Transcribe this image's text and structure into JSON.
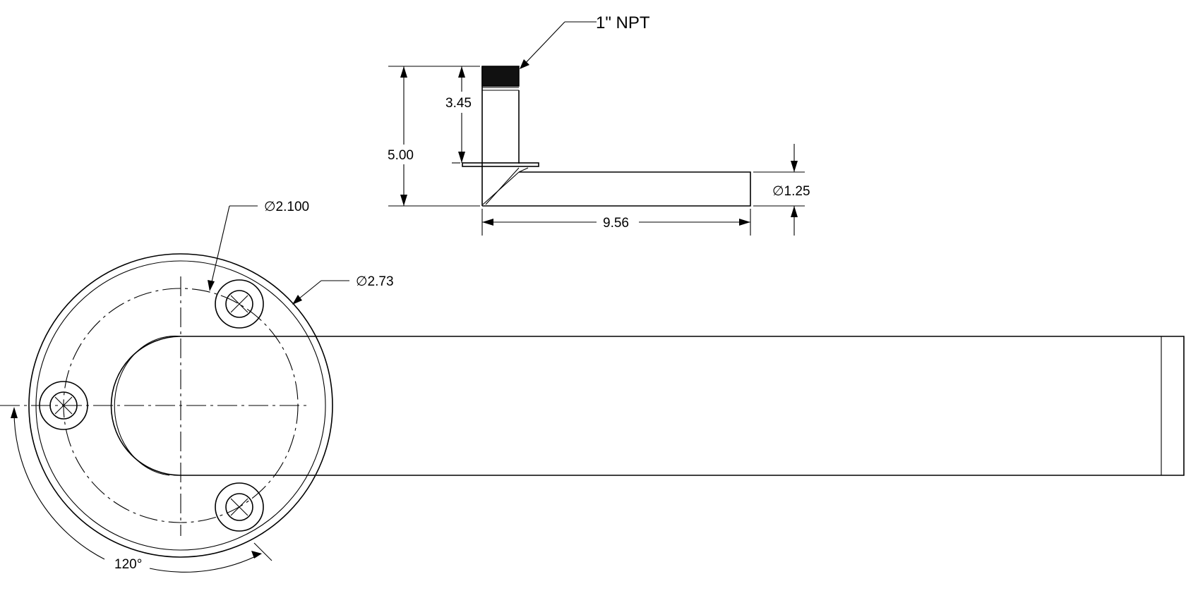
{
  "side_view": {
    "thread_note": "1\" NPT",
    "dim_stem_height": "3.45",
    "dim_total_height": "5.00",
    "dim_tube_diameter": "∅1.25",
    "dim_tube_length": "9.56"
  },
  "top_view": {
    "dim_bolt_circle": "∅2.100",
    "dim_flange_diameter": "∅2.73",
    "dim_angle": "120°"
  }
}
